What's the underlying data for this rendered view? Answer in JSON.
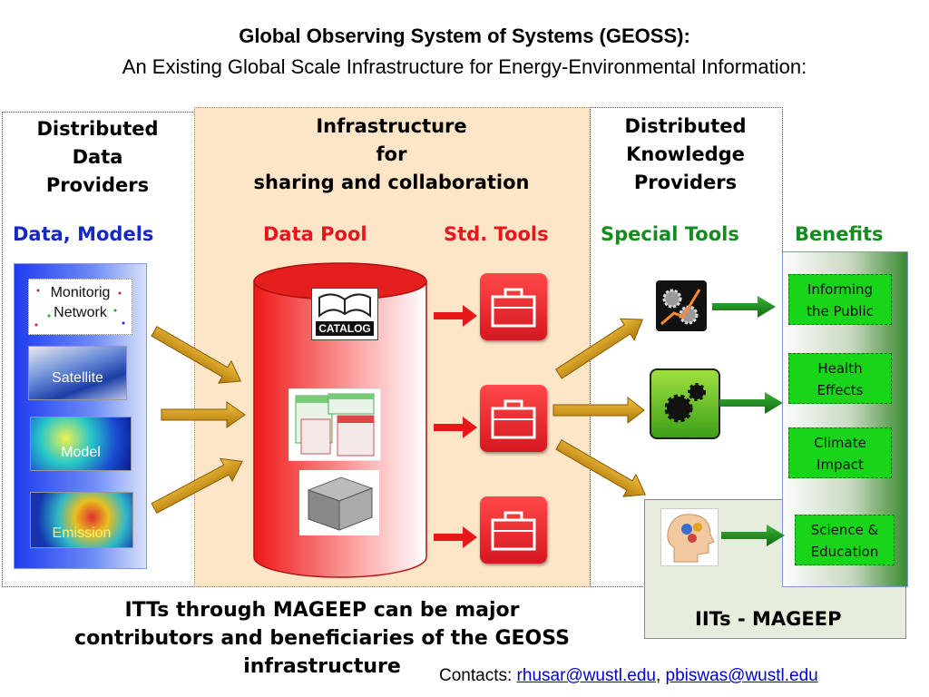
{
  "title": "Global Observing System of Systems (GEOSS):",
  "subtitle": "An Existing Global Scale Infrastructure for Energy-Environmental Information:",
  "left_panel": {
    "heading": "Distributed\nData\nProviders",
    "subheading": "Data, Models",
    "thumbnails": [
      "Monitorig\nNetwork",
      "Satellite",
      "Model",
      "Emission"
    ]
  },
  "center_panel": {
    "heading": "Infrastructure\nfor\nsharing and collaboration",
    "data_pool_label": "Data Pool",
    "std_tools_label": "Std. Tools",
    "catalog_label": "CATALOG"
  },
  "right_panel": {
    "heading": "Distributed\nKnowledge\nProviders",
    "special_tools_label": "Special Tools"
  },
  "benefits": {
    "heading": "Benefits",
    "items": [
      "Informing\nthe Public",
      "Health\nEffects",
      "Climate\nImpact",
      "Science &\nEducation"
    ]
  },
  "iits_label": "IITs - MAGEEP",
  "footer_text": "ITTs through MAGEEP can be major\ncontributors and beneficiaries of the GEOSS\ninfrastructure",
  "contacts": {
    "label": "Contacts: ",
    "email1": "rhusar@wustl.edu",
    "separator": ", ",
    "email2": "pbiswas@wustl.edu"
  },
  "colors": {
    "red_label": "#e8141e",
    "blue_label": "#1428c8",
    "green_label": "#148c1e",
    "pool_bg": "#fde6c8",
    "benefit_green": "#19d519"
  }
}
